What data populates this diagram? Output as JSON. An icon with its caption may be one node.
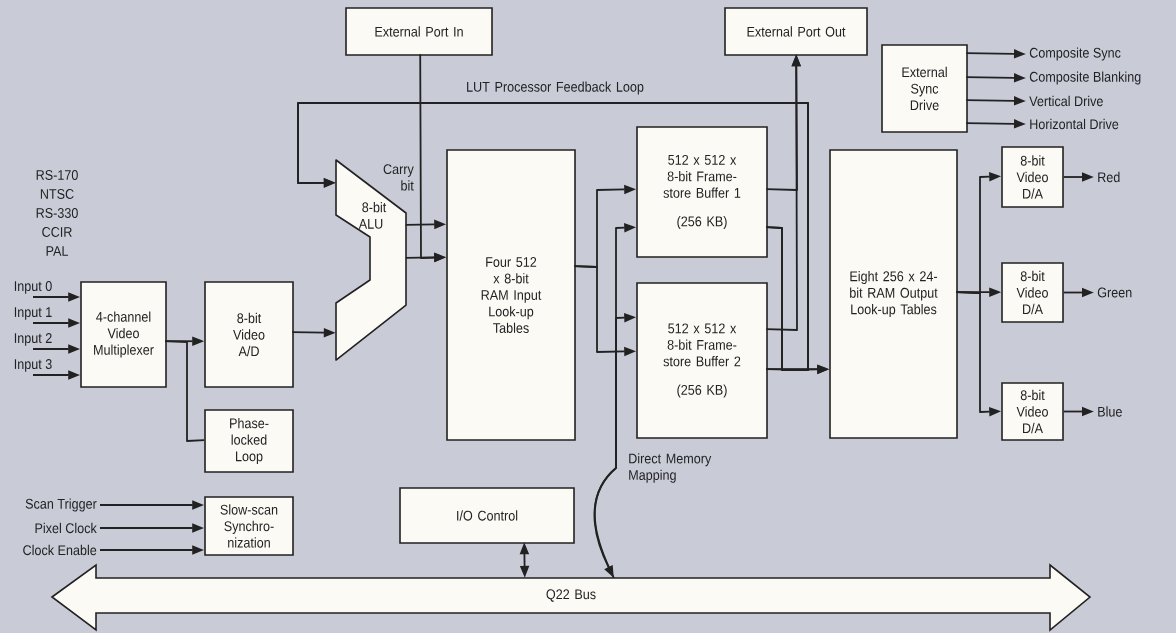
{
  "diagram": {
    "nodes": [
      {
        "text": [
          "External Port In"
        ]
      },
      {
        "text": [
          "External Port Out"
        ]
      },
      {
        "text": [
          "External Sync Drive"
        ]
      },
      {
        "text": [
          "8-bit ALU"
        ],
        "beside": [
          "Carry bit"
        ]
      },
      {
        "text": [
          "Four 512 x 8-bit RAM Input Look-up Tables"
        ]
      },
      {
        "text": [
          "512 x 512 x 8-bit Frame-store Buffer 1",
          "(256 KB)"
        ]
      },
      {
        "text": [
          "512 x 512 x 8-bit Frame-store Buffer 2",
          "(256 KB)"
        ]
      },
      {
        "text": [
          "Eight 256 x 24-bit RAM Output Look-up Tables"
        ]
      },
      {
        "text": [
          "8-bit Video D/A"
        ]
      },
      {
        "text": [
          "8-bit Video D/A"
        ]
      },
      {
        "text": [
          "8-bit Video D/A"
        ]
      },
      {
        "text": [
          "4-channel Video Multiplexer"
        ]
      },
      {
        "text": [
          "8-bit Video A/D"
        ]
      },
      {
        "text": [
          "Phase-locked Loop"
        ]
      },
      {
        "text": [
          "Slow-scan Synchro-nization"
        ]
      },
      {
        "text": [
          "I/O Control"
        ]
      },
      {
        "text": [
          "Q22 Bus"
        ]
      },
      {
        "text": [
          "Input 0"
        ]
      },
      {
        "text": [
          "Input 1"
        ]
      },
      {
        "text": [
          "Input 2"
        ]
      },
      {
        "text": [
          "Input 3"
        ]
      },
      {
        "text": [
          "Scan Trigger"
        ]
      },
      {
        "text": [
          "Pixel Clock"
        ]
      },
      {
        "text": [
          "Clock Enable"
        ]
      },
      {
        "text": [
          "Composite Sync"
        ]
      },
      {
        "text": [
          "Composite Blanking"
        ]
      },
      {
        "text": [
          "Vertical Drive"
        ]
      },
      {
        "text": [
          "Horizontal Drive"
        ]
      },
      {
        "text": [
          "Red"
        ]
      },
      {
        "text": [
          "Green"
        ]
      },
      {
        "text": [
          "Blue"
        ]
      }
    ],
    "edges": [
      {
        "from": 17,
        "to": 11,
        "arrow": "to"
      },
      {
        "from": 18,
        "to": 11,
        "arrow": "to"
      },
      {
        "from": 19,
        "to": 11,
        "arrow": "to"
      },
      {
        "from": 20,
        "to": 11,
        "arrow": "to"
      },
      {
        "from": 11,
        "to": 12,
        "arrow": "to"
      },
      {
        "from": 11,
        "to": 13,
        "arrow": "none"
      },
      {
        "from": 12,
        "to": 3,
        "arrow": "to"
      },
      {
        "from": 3,
        "to": 4,
        "arrow": "to"
      },
      {
        "from": 3,
        "to": 4,
        "arrow": "to"
      },
      {
        "from": 0,
        "to": 4,
        "arrow": "to"
      },
      {
        "from": 4,
        "to": 5,
        "arrow": "to"
      },
      {
        "from": 4,
        "to": 6,
        "arrow": "to"
      },
      {
        "from": 16,
        "to": 5,
        "arrow": "both",
        "label": "Direct Memory Mapping"
      },
      {
        "from": 16,
        "to": 6,
        "arrow": "to"
      },
      {
        "from": 5,
        "to": 1,
        "arrow": "to"
      },
      {
        "from": 6,
        "to": 1,
        "arrow": "to"
      },
      {
        "from": 5,
        "to": 7,
        "arrow": "to"
      },
      {
        "from": 6,
        "to": 7,
        "arrow": "to"
      },
      {
        "from": 5,
        "to": 3,
        "arrow": "to",
        "label": "LUT Processor Feedback Loop"
      },
      {
        "from": 6,
        "to": 3,
        "arrow": "to"
      },
      {
        "from": 7,
        "to": 8,
        "arrow": "to"
      },
      {
        "from": 7,
        "to": 9,
        "arrow": "to"
      },
      {
        "from": 7,
        "to": 10,
        "arrow": "to"
      },
      {
        "from": 8,
        "to": 28,
        "arrow": "to"
      },
      {
        "from": 9,
        "to": 29,
        "arrow": "to"
      },
      {
        "from": 10,
        "to": 30,
        "arrow": "to"
      },
      {
        "from": 2,
        "to": 24,
        "arrow": "to"
      },
      {
        "from": 2,
        "to": 25,
        "arrow": "to"
      },
      {
        "from": 2,
        "to": 26,
        "arrow": "to"
      },
      {
        "from": 2,
        "to": 27,
        "arrow": "to"
      },
      {
        "from": 21,
        "to": 14,
        "arrow": "to"
      },
      {
        "from": 22,
        "to": 14,
        "arrow": "to"
      },
      {
        "from": 23,
        "to": 14,
        "arrow": "to"
      },
      {
        "from": 15,
        "to": 16,
        "arrow": "both"
      }
    ],
    "labels": [
      "RS-170",
      "NTSC",
      "RS-330",
      "CCIR",
      "PAL"
    ]
  }
}
